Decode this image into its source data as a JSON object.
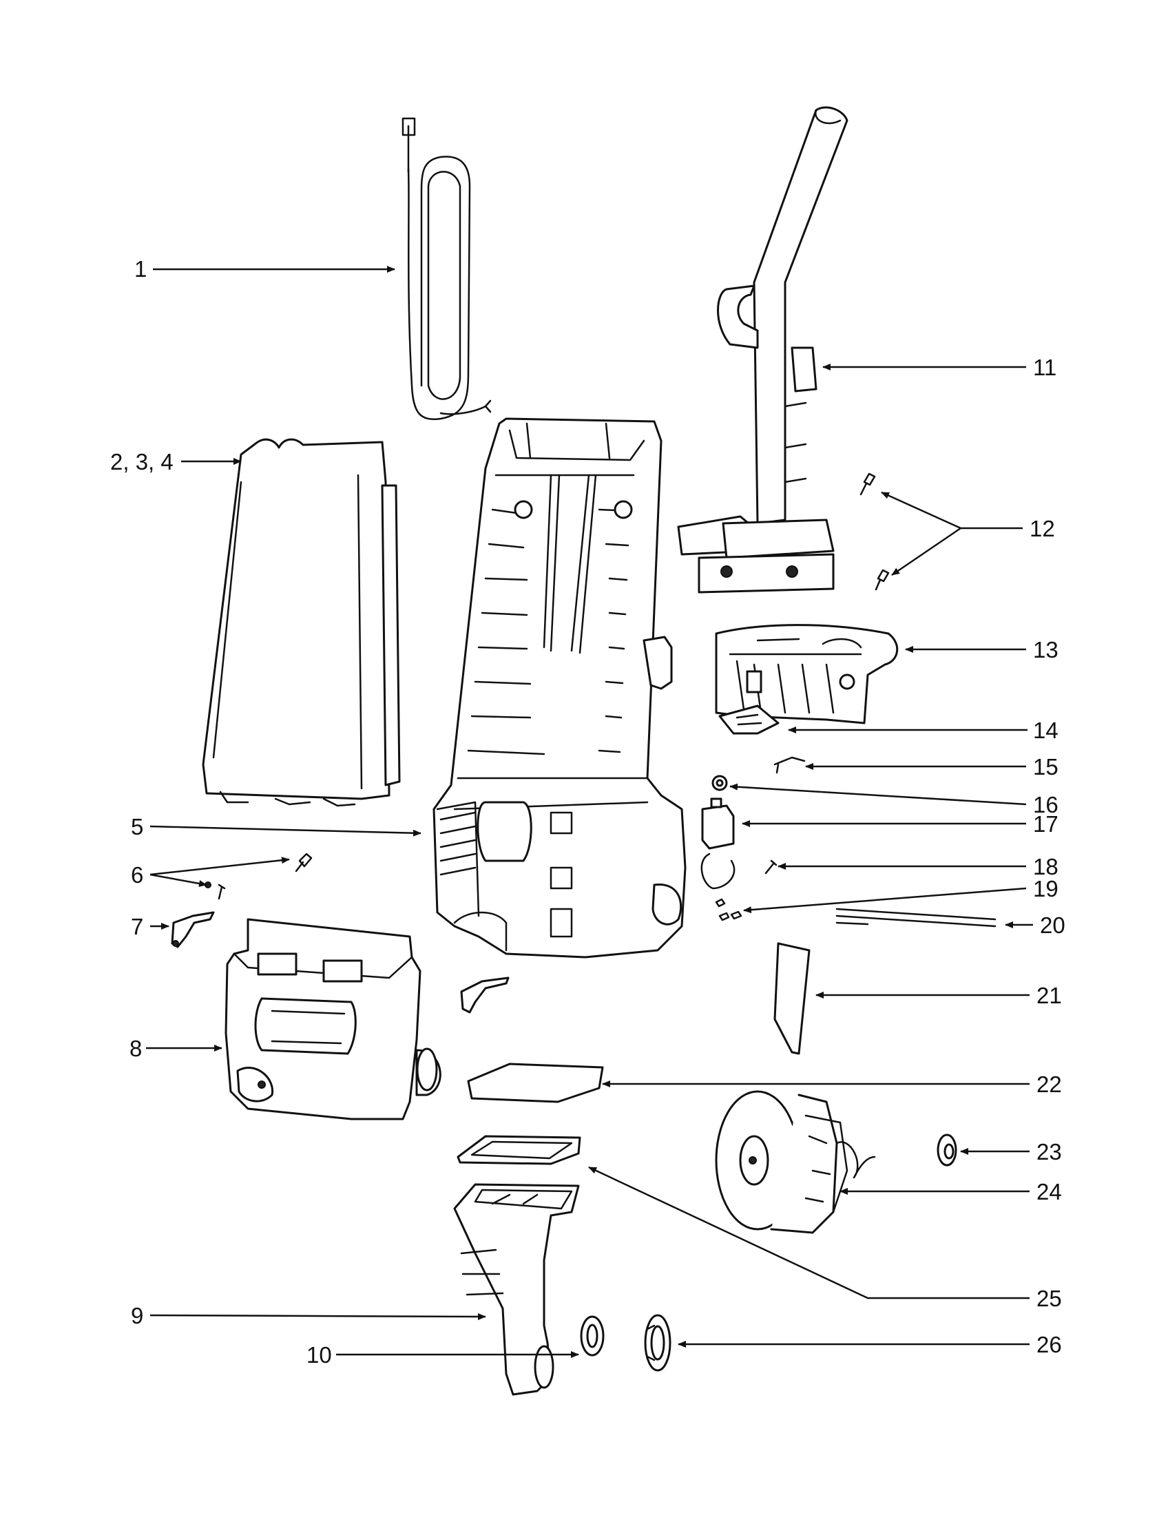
{
  "diagram": {
    "callouts": [
      {
        "id": "1",
        "label": "1"
      },
      {
        "id": "2-3-4",
        "label": "2, 3, 4"
      },
      {
        "id": "5",
        "label": "5"
      },
      {
        "id": "6",
        "label": "6"
      },
      {
        "id": "7",
        "label": "7"
      },
      {
        "id": "8",
        "label": "8"
      },
      {
        "id": "9",
        "label": "9"
      },
      {
        "id": "10",
        "label": "10"
      },
      {
        "id": "11",
        "label": "11"
      },
      {
        "id": "12",
        "label": "12"
      },
      {
        "id": "13",
        "label": "13"
      },
      {
        "id": "14",
        "label": "14"
      },
      {
        "id": "15",
        "label": "15"
      },
      {
        "id": "16",
        "label": "16"
      },
      {
        "id": "17",
        "label": "17"
      },
      {
        "id": "18",
        "label": "18"
      },
      {
        "id": "19",
        "label": "19"
      },
      {
        "id": "20",
        "label": "20"
      },
      {
        "id": "21",
        "label": "21"
      },
      {
        "id": "22",
        "label": "22"
      },
      {
        "id": "23",
        "label": "23"
      },
      {
        "id": "24",
        "label": "24"
      },
      {
        "id": "25",
        "label": "25"
      },
      {
        "id": "26",
        "label": "26"
      }
    ]
  }
}
